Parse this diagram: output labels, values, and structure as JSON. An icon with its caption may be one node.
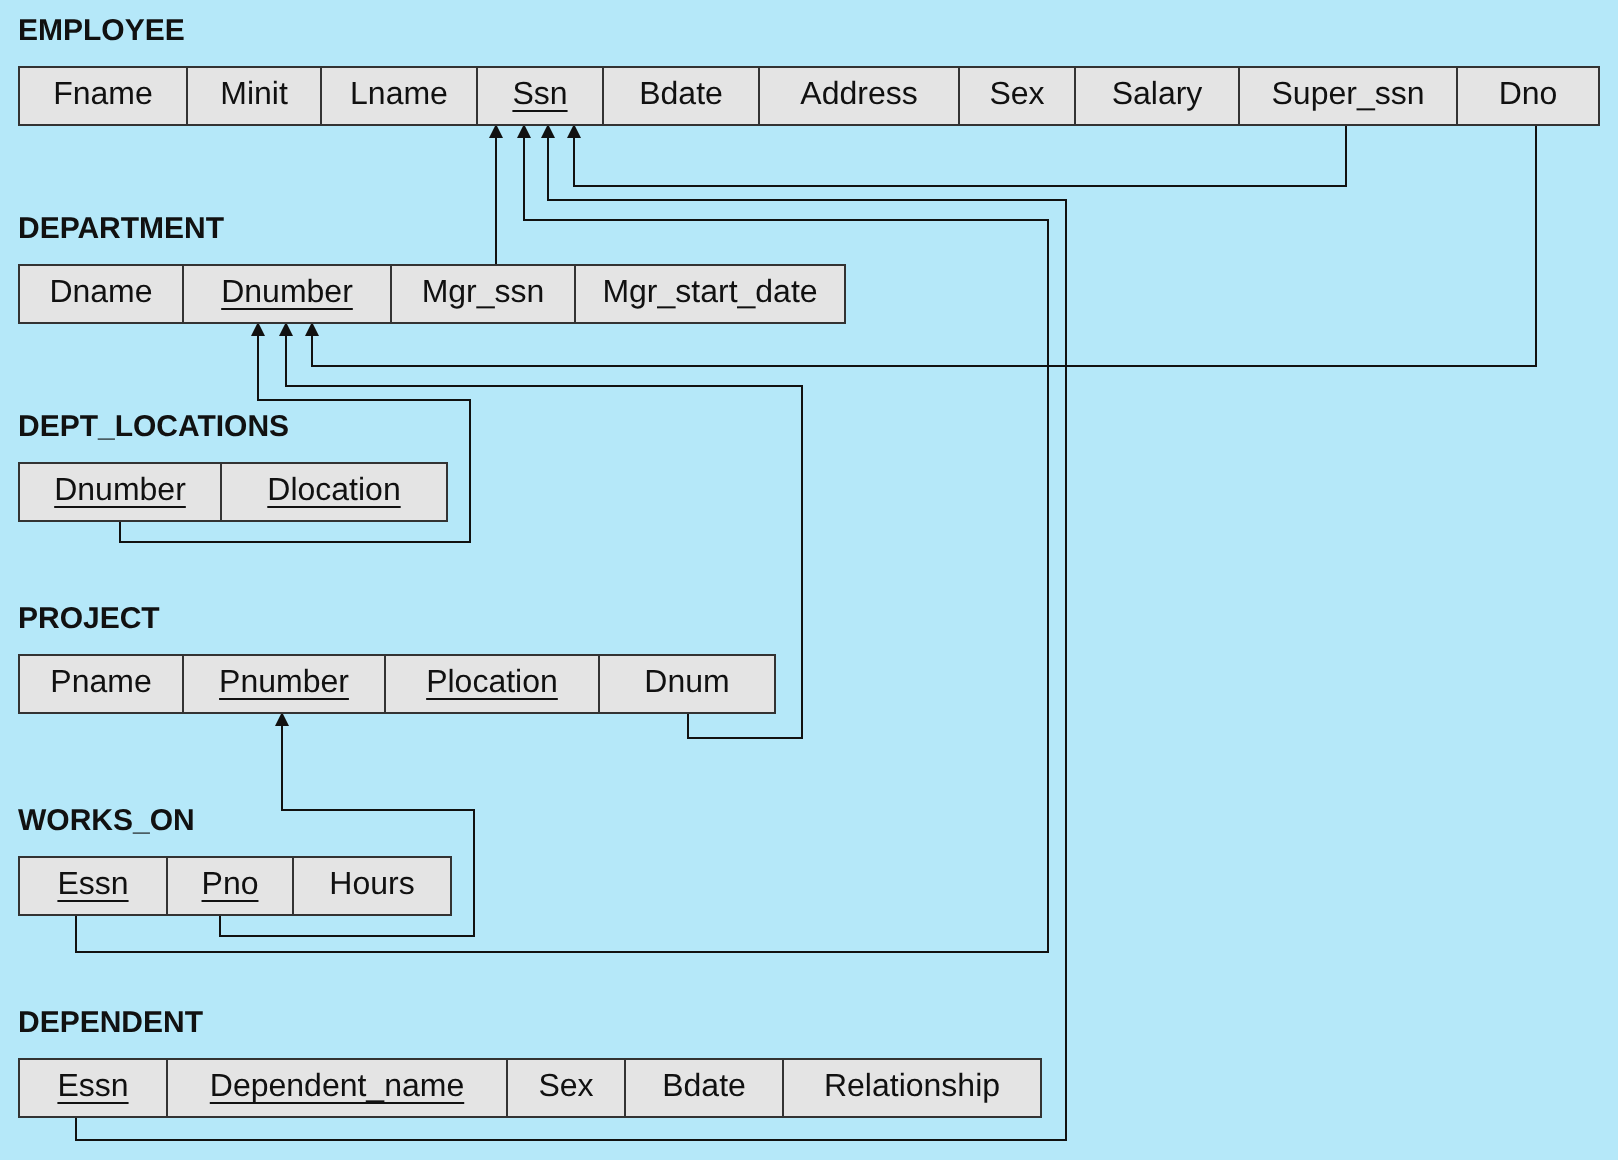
{
  "diagram": {
    "nodes": [
      {
        "text": [
          "EMPLOYEE"
        ]
      },
      {
        "text": [
          "Fname"
        ],
        "in": 0
      },
      {
        "text": [
          "Minit"
        ],
        "in": 0
      },
      {
        "text": [
          "Lname"
        ],
        "in": 0
      },
      {
        "text": [
          "Ssn"
        ],
        "in": 0
      },
      {
        "text": [
          "Bdate"
        ],
        "in": 0
      },
      {
        "text": [
          "Address"
        ],
        "in": 0
      },
      {
        "text": [
          "Sex"
        ],
        "in": 0
      },
      {
        "text": [
          "Salary"
        ],
        "in": 0
      },
      {
        "text": [
          "Super_ssn"
        ],
        "in": 0
      },
      {
        "text": [
          "Dno"
        ],
        "in": 0
      },
      {
        "text": [
          "DEPARTMENT"
        ]
      },
      {
        "text": [
          "Dname"
        ],
        "in": 11
      },
      {
        "text": [
          "Dnumber"
        ],
        "in": 11
      },
      {
        "text": [
          "Mgr_ssn"
        ],
        "in": 11
      },
      {
        "text": [
          "Mgr_start_date"
        ],
        "in": 11
      },
      {
        "text": [
          "DEPT_LOCATIONS"
        ]
      },
      {
        "text": [
          "Dnumber"
        ],
        "in": 16
      },
      {
        "text": [
          "Dlocation"
        ],
        "in": 16
      },
      {
        "text": [
          "PROJECT"
        ]
      },
      {
        "text": [
          "Pname"
        ],
        "in": 19
      },
      {
        "text": [
          "Pnumber"
        ],
        "in": 19
      },
      {
        "text": [
          "Plocation"
        ],
        "in": 19
      },
      {
        "text": [
          "Dnum"
        ],
        "in": 19
      },
      {
        "text": [
          "WORKS_ON"
        ]
      },
      {
        "text": [
          "Essn"
        ],
        "in": 24
      },
      {
        "text": [
          "Pno"
        ],
        "in": 24
      },
      {
        "text": [
          "Hours"
        ],
        "in": 24
      },
      {
        "text": [
          "DEPENDENT"
        ]
      },
      {
        "text": [
          "Essn"
        ],
        "in": 28
      },
      {
        "text": [
          "Dependent_name"
        ],
        "in": 28
      },
      {
        "text": [
          "Sex"
        ],
        "in": 28
      },
      {
        "text": [
          "Bdate"
        ],
        "in": 28
      },
      {
        "text": [
          "Relationship"
        ],
        "in": 28
      }
    ],
    "edges": [
      {
        "from": 9,
        "to": 4,
        "arrow": "to"
      },
      {
        "from": 10,
        "to": 13,
        "arrow": "to"
      },
      {
        "from": 14,
        "to": 4,
        "arrow": "to"
      },
      {
        "from": 17,
        "to": 13,
        "arrow": "to"
      },
      {
        "from": 23,
        "to": 13,
        "arrow": "to"
      },
      {
        "from": 26,
        "to": 21,
        "arrow": "to"
      },
      {
        "from": 25,
        "to": 4,
        "arrow": "to"
      },
      {
        "from": 29,
        "to": 4,
        "arrow": "to"
      }
    ]
  }
}
